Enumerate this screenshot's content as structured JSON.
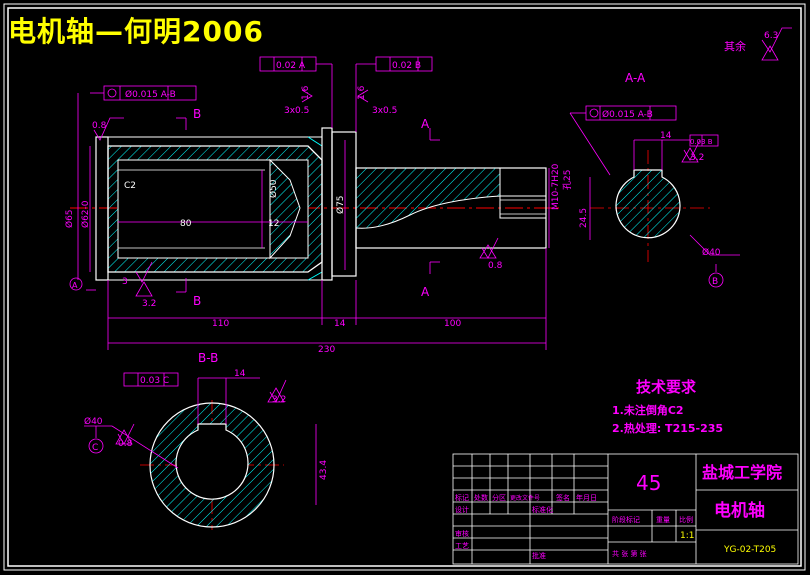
{
  "title": "电机轴—何明2006",
  "roughness_other": {
    "label": "其余",
    "value": "6.3"
  },
  "main_view": {
    "runout_left": "Ø0.015 A-B",
    "runout_top_left": "0.02 A",
    "runout_top_right": "0.02 B",
    "chamfer_left": "3x0.5",
    "chamfer_right": "3x0.5",
    "rough_16_left": "1.6",
    "rough_16_right": "1.6",
    "rough_08_left": "0.8",
    "rough_08_bottom": "0.8",
    "rough_32_bottom": "3.2",
    "section_b": "B",
    "section_a": "A",
    "datum_a": "A",
    "datum_b": "B",
    "dim_d65": "Ø65",
    "dim_d62": "Ø62-0",
    "dim_c2": "C2",
    "dim_80": "80",
    "dim_d50": "Ø50",
    "dim_12": "12",
    "dim_d75": "Ø75",
    "dim_m10": "M10-7H20",
    "dim_hole": "孔25",
    "dim_3": "3",
    "dim_110": "110",
    "dim_14": "14",
    "dim_100": "100",
    "dim_230": "230"
  },
  "section_aa": {
    "title": "A-A",
    "runout": "Ø0.015 A-B",
    "sym": "0.03 B",
    "dim_14": "14",
    "rough_32": "3.2",
    "dim_245": "24.5",
    "dim_d40": "Ø40",
    "datum": "B"
  },
  "section_bb": {
    "title": "B-B",
    "sym": "0.03 C",
    "dim_14": "14",
    "rough_32": "3.2",
    "dim_d40": "Ø40",
    "rough_08": "0.8",
    "datum": "C",
    "dim_434": "43.4"
  },
  "tech": {
    "heading": "技术要求",
    "line1": "1.未注倒角C2",
    "line2": "2.热处理:  T215-235"
  },
  "title_block": {
    "material": "45",
    "school": "盐城工学院",
    "part_name": "电机轴",
    "drawing_no": "YG-02-T205",
    "scale": "1:1",
    "h_mark": "标记",
    "h_count": "处数",
    "h_zone": "分区",
    "h_doc": "更改文件号",
    "h_sign": "签名",
    "h_date": "年月日",
    "h_design": "设计",
    "h_std": "标准化",
    "h_stage": "阶段标记",
    "h_weight": "重量",
    "h_ratio": "比例",
    "h_check": "审核",
    "h_process": "工艺",
    "h_approve": "批准",
    "h_total": "共  张  第  张"
  },
  "colors": {
    "title": "#ffff00",
    "outline": "#ffffff",
    "dim": "#ff00ff",
    "hatch": "#00ffff",
    "center": "#ff0000"
  }
}
